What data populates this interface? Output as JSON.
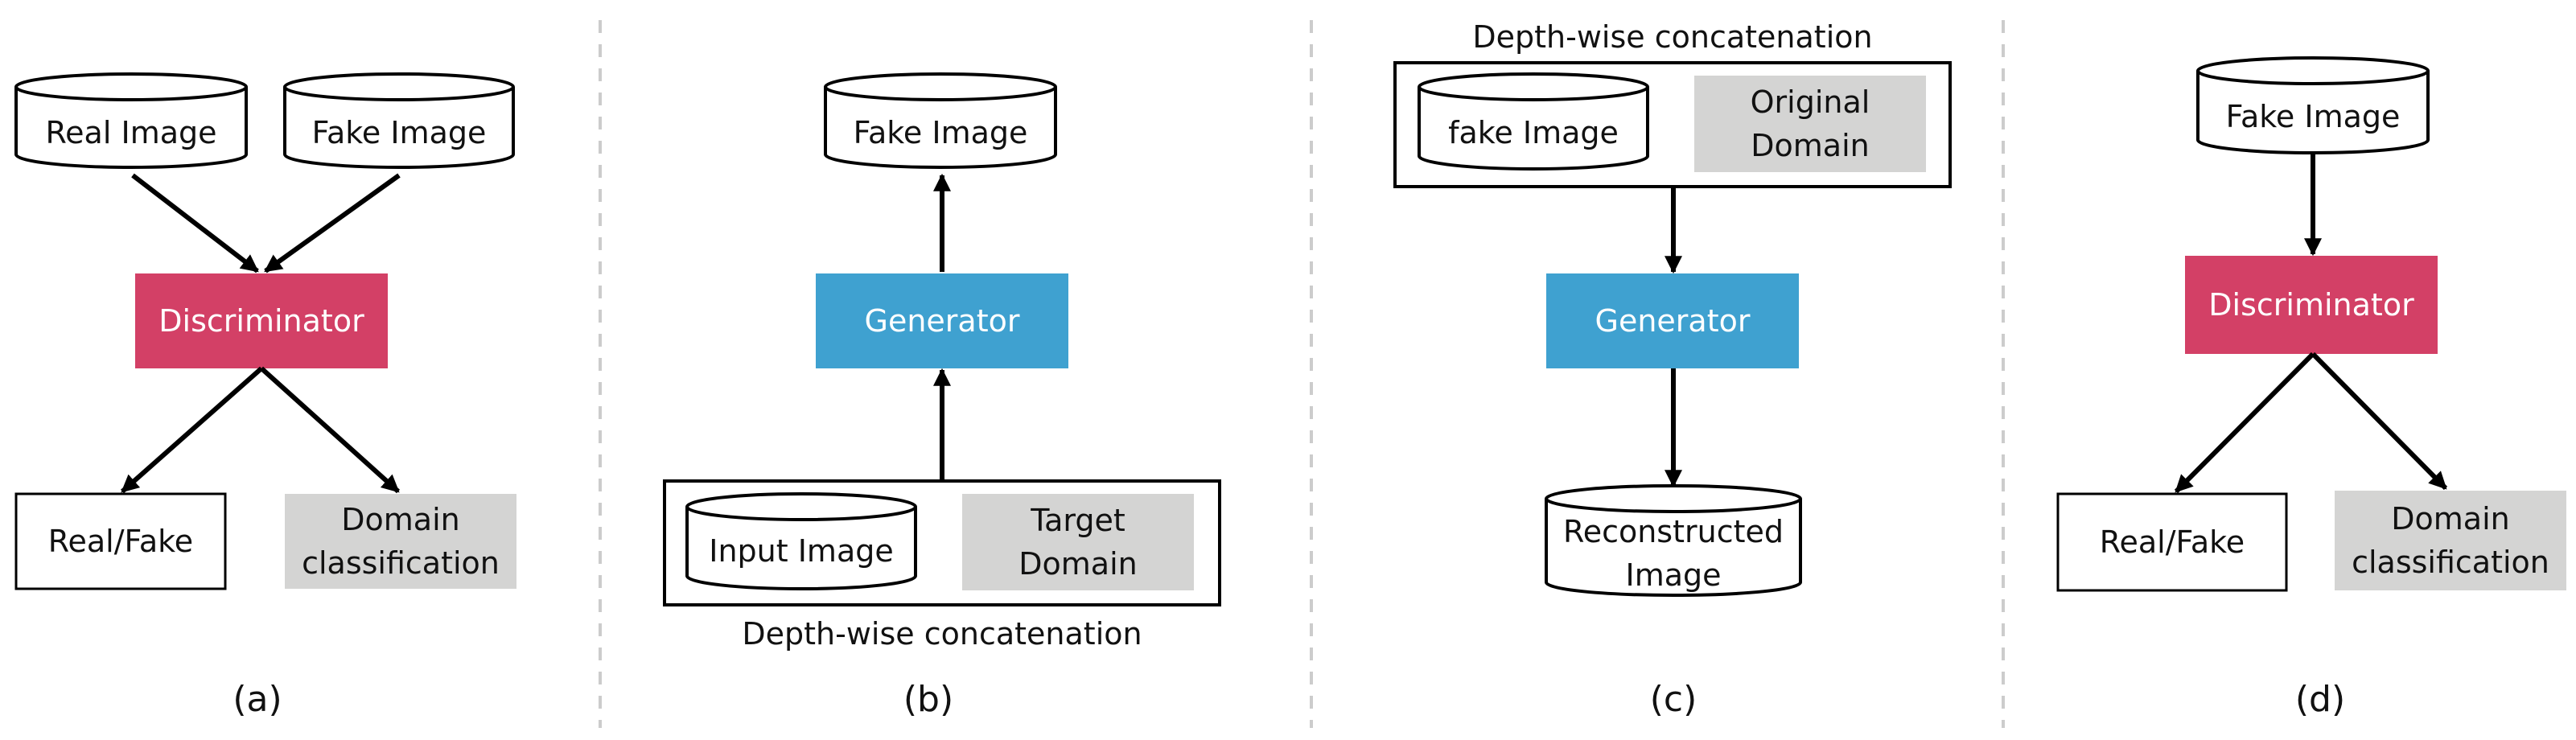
{
  "colors": {
    "discriminator": "#d34066",
    "generator": "#3fa1d0",
    "domain_box": "#d4d4d3",
    "separator": "#cccccc",
    "stroke": "#000000"
  },
  "panel_a": {
    "real_image": "Real Image",
    "fake_image": "Fake Image",
    "discriminator": "Discriminator",
    "real_fake": "Real/Fake",
    "domain_line1": "Domain",
    "domain_line2": "classification",
    "label": "(a)"
  },
  "panel_b": {
    "fake_image": "Fake Image",
    "generator": "Generator",
    "input_image": "Input Image",
    "target_line1": "Target",
    "target_line2": "Domain",
    "concat_caption": "Depth-wise concatenation",
    "label": "(b)"
  },
  "panel_c": {
    "concat_caption": "Depth-wise concatenation",
    "fake_image": "fake Image",
    "original_line1": "Original",
    "original_line2": "Domain",
    "generator": "Generator",
    "recon_line1": "Reconstructed",
    "recon_line2": "Image",
    "label": "(c)"
  },
  "panel_d": {
    "fake_image": "Fake Image",
    "discriminator": "Discriminator",
    "real_fake": "Real/Fake",
    "domain_line1": "Domain",
    "domain_line2": "classification",
    "label": "(d)"
  }
}
